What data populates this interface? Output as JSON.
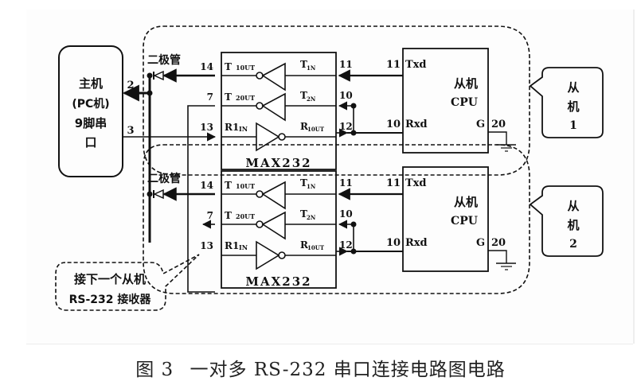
{
  "figure": {
    "caption_number": "图 3",
    "caption_text": "一对多 RS-232 串口连接电路图电路"
  },
  "host": {
    "lines": [
      "主机",
      "(PC机)",
      "9脚串",
      "口"
    ],
    "pin_tx": "2",
    "pin_rx": "3"
  },
  "slaves": [
    {
      "diode_label": "二极管",
      "chip_name": "MAX232",
      "t1out_pin": "14",
      "t1out_label": "T",
      "t1out_sub": "10UT",
      "t2out_pin": "7",
      "t2out_label": "T",
      "t2out_sub": "20UT",
      "r1in_pin": "13",
      "r1in_label": "R1",
      "r1in_sub": "IN",
      "t1in_label": "T",
      "t1in_sub": "1N",
      "t1in_pin": "11",
      "t2in_label": "T",
      "t2in_sub": "2N",
      "t2in_pin": "10",
      "r1out_label": "R",
      "r1out_sub": "10UT",
      "r1out_pin": "12",
      "cpu_title": "从机",
      "cpu_sub": "CPU",
      "txd_pin": "11",
      "txd_label": "Txd",
      "rxd_pin": "10",
      "rxd_label": "Rxd",
      "gnd_label": "G",
      "gnd_pin": "20",
      "callout_lines": [
        "从",
        "机",
        "1"
      ]
    },
    {
      "diode_label": "二极管",
      "chip_name": "MAX232",
      "t1out_pin": "14",
      "t1out_label": "T",
      "t1out_sub": "10UT",
      "t2out_pin": "7",
      "t2out_label": "T",
      "t2out_sub": "20UT",
      "r1in_pin": "13",
      "r1in_label": "R1",
      "r1in_sub": "IN",
      "t1in_label": "T",
      "t1in_sub": "1N",
      "t1in_pin": "11",
      "t2in_label": "T",
      "t2in_sub": "2N",
      "t2in_pin": "10",
      "r1out_label": "R",
      "r1out_sub": "10UT",
      "r1out_pin": "12",
      "cpu_title": "从机",
      "cpu_sub": "CPU",
      "txd_pin": "11",
      "txd_label": "Txd",
      "rxd_pin": "10",
      "rxd_label": "Rxd",
      "gnd_label": "G",
      "gnd_pin": "20",
      "callout_lines": [
        "从",
        "机",
        "2"
      ]
    }
  ],
  "next_slave_note": {
    "lines": [
      "接下一个从机",
      "RS-232 接收器"
    ]
  }
}
